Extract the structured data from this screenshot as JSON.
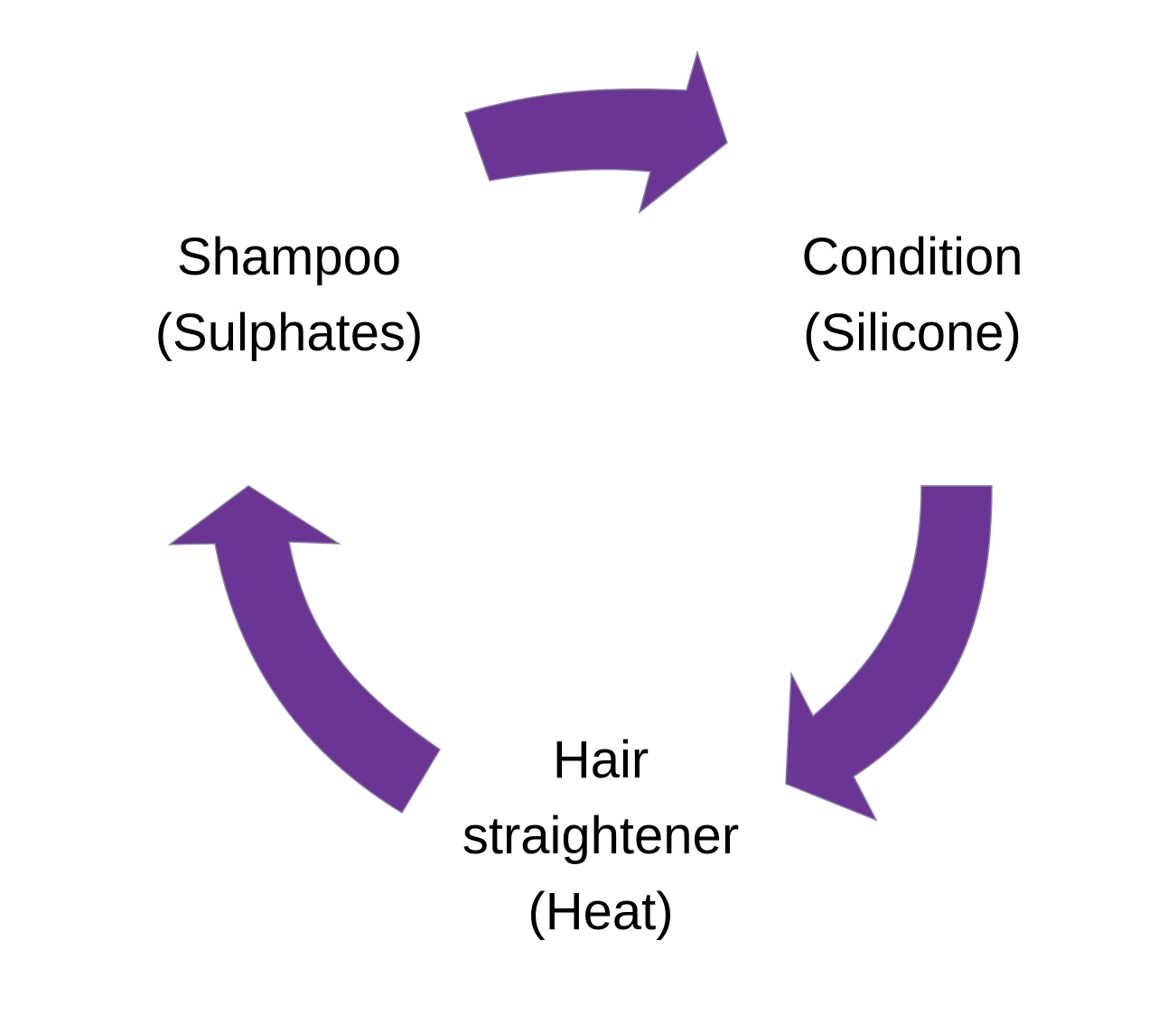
{
  "colors": {
    "arrow_fill": "#6b3596",
    "text": "#000000",
    "background": "#ffffff"
  },
  "nodes": [
    {
      "id": "shampoo",
      "lines": [
        "Shampoo",
        "(Sulphates)"
      ]
    },
    {
      "id": "condition",
      "lines": [
        "Condition",
        "(Silicone)"
      ]
    },
    {
      "id": "hair-straightener",
      "lines": [
        "Hair",
        "straightener",
        "(Heat)"
      ]
    }
  ],
  "arrows": [
    {
      "from": "shampoo",
      "to": "condition"
    },
    {
      "from": "condition",
      "to": "hair-straightener"
    },
    {
      "from": "hair-straightener",
      "to": "shampoo"
    }
  ]
}
